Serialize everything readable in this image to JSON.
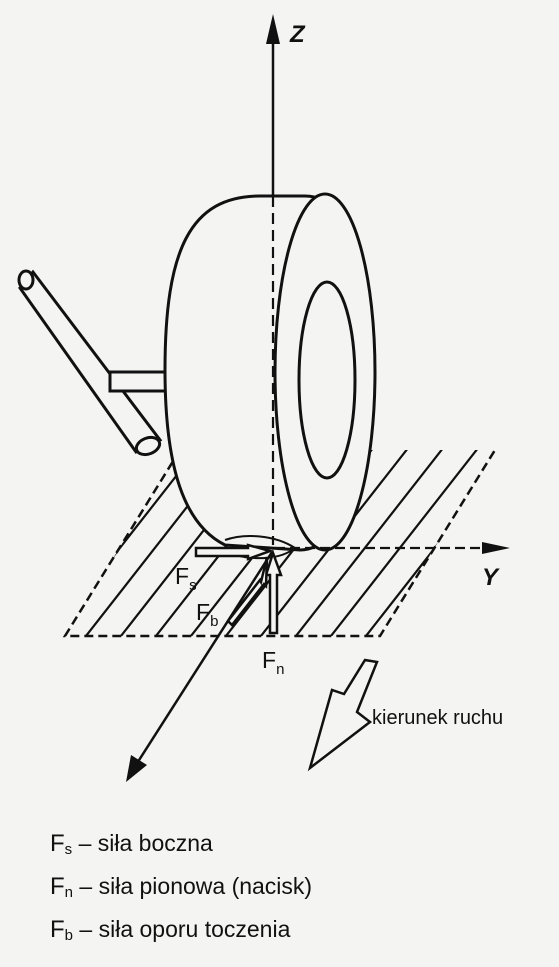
{
  "axes": {
    "z": "Z",
    "y": "Y"
  },
  "forces": [
    {
      "symbol": "F",
      "sub": "s",
      "desc": "siła boczna"
    },
    {
      "symbol": "F",
      "sub": "n",
      "desc": "siła pionowa (nacisk)"
    },
    {
      "symbol": "F",
      "sub": "b",
      "desc": "siła oporu toczenia"
    }
  ],
  "motion_label": "kierunek ruchu",
  "separator": "–",
  "colors": {
    "ink": "#111111",
    "background": "#f4f4f2"
  }
}
